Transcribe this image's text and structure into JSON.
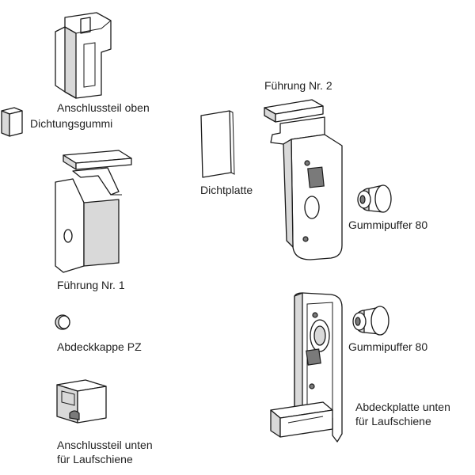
{
  "labels": {
    "anschlussteil_oben": "Anschlussteil oben",
    "dichtungsgummi": "Dichtungsgummi",
    "fuehrung_nr1": "Führung Nr. 1",
    "abdeckkappe_pz": "Abdeckkappe PZ",
    "anschlussteil_unten_1": "Anschlussteil unten",
    "anschlussteil_unten_2": "für Laufschiene",
    "fuehrung_nr2": "Führung Nr. 2",
    "dichtplatte": "Dichtplatte",
    "gummipuffer_a": "Gummipuffer 80",
    "gummipuffer_b": "Gummipuffer 80",
    "abdeckplatte_1": "Abdeckplatte unten",
    "abdeckplatte_2": "für Laufschiene"
  }
}
